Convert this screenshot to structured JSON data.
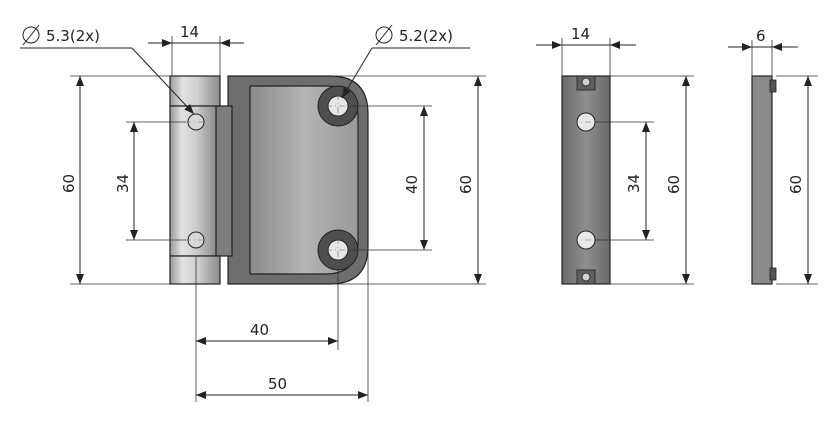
{
  "drawing": {
    "labels": {
      "hole_left": "5.3(2x)",
      "hole_right": "5.2(2x)",
      "width_knuckle": "14",
      "height_leaf_left": "60",
      "hole_spacing_left": "34",
      "hole_spacing_right": "40",
      "height_leaf_right": "60",
      "offset_40": "40",
      "overall_50": "50",
      "side_width": "14",
      "side_hole_spacing": "34",
      "side_height": "60",
      "edge_thickness": "6",
      "edge_height": "60"
    },
    "colors": {
      "line": "#222222",
      "knuckle": "#bfbfbf",
      "leaf_dark": "#6e6e6e",
      "leaf_face": "#a9a9a9",
      "side_body": "#7a7a7a",
      "edge_body": "#8a8a8a"
    },
    "icons": [
      "diameter-symbol-icon"
    ]
  }
}
